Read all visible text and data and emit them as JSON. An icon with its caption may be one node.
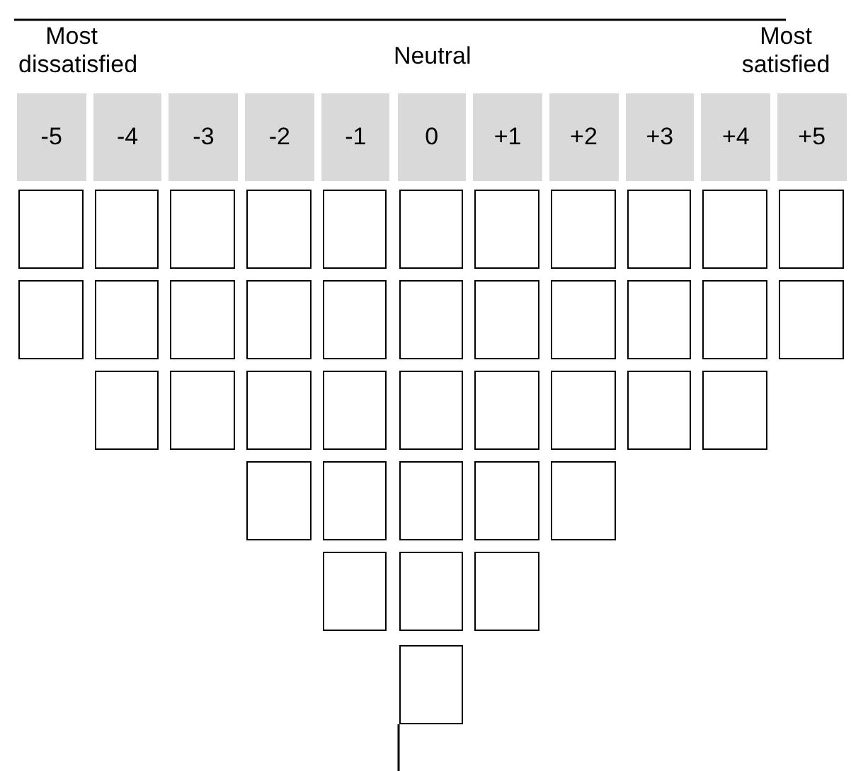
{
  "diagram": {
    "labels": [
      "Most dissatisfied",
      "Neutral",
      "Most satisfied",
      "-5",
      "-4",
      "-3",
      "-2",
      "-1",
      "0",
      "+1",
      "+2",
      "+3",
      "+4",
      "+5"
    ]
  }
}
